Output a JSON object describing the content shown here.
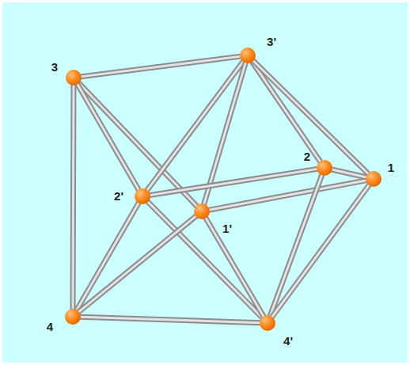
{
  "diagram": {
    "nodes": [
      {
        "text": [
          "3'"
        ]
      },
      {
        "text": [
          "3"
        ]
      },
      {
        "text": [
          "2"
        ]
      },
      {
        "text": [
          "1"
        ]
      },
      {
        "text": [
          "2'"
        ]
      },
      {
        "text": [
          "1'"
        ]
      },
      {
        "text": [
          "4"
        ]
      },
      {
        "text": [
          "4'"
        ]
      }
    ],
    "edges": [
      {
        "from": 1,
        "to": 0,
        "arrow": "none"
      },
      {
        "from": 1,
        "to": 6,
        "arrow": "none"
      },
      {
        "from": 1,
        "to": 5,
        "arrow": "none"
      },
      {
        "from": 1,
        "to": 4,
        "arrow": "none"
      },
      {
        "from": 0,
        "to": 4,
        "arrow": "none"
      },
      {
        "from": 0,
        "to": 5,
        "arrow": "none"
      },
      {
        "from": 0,
        "to": 2,
        "arrow": "none"
      },
      {
        "from": 0,
        "to": 3,
        "arrow": "none"
      },
      {
        "from": 4,
        "to": 2,
        "arrow": "none"
      },
      {
        "from": 5,
        "to": 3,
        "arrow": "none"
      },
      {
        "from": 4,
        "to": 7,
        "arrow": "none"
      },
      {
        "from": 4,
        "to": 6,
        "arrow": "none"
      },
      {
        "from": 5,
        "to": 6,
        "arrow": "none"
      },
      {
        "from": 5,
        "to": 7,
        "arrow": "none"
      },
      {
        "from": 2,
        "to": 7,
        "arrow": "none"
      },
      {
        "from": 3,
        "to": 7,
        "arrow": "none"
      },
      {
        "from": 2,
        "to": 3,
        "arrow": "none"
      },
      {
        "from": 6,
        "to": 7,
        "arrow": "none"
      }
    ]
  }
}
